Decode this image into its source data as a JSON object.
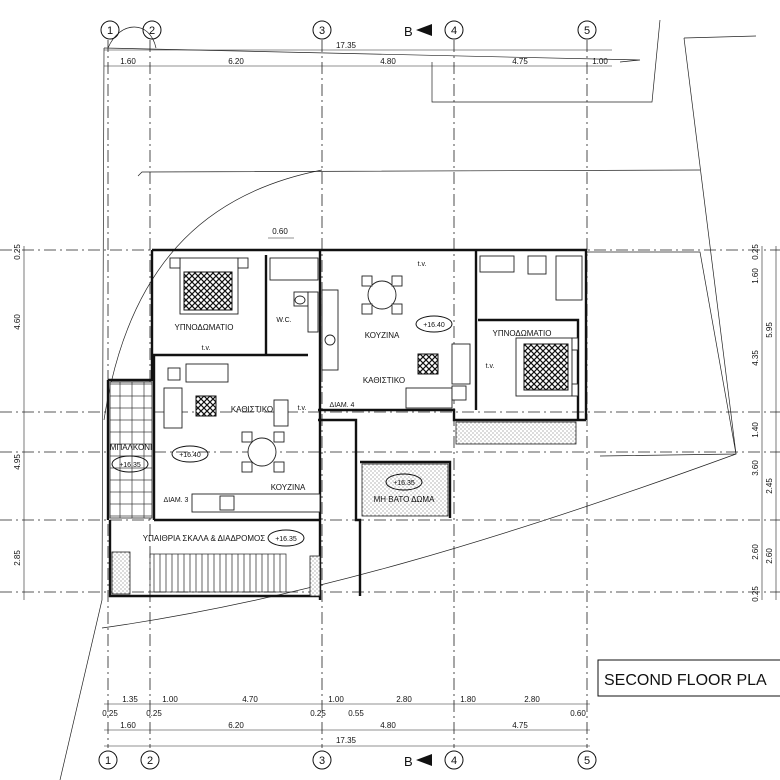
{
  "title_block": {
    "title": "SECOND FLOOR PLA"
  },
  "grid_axes": [
    "1",
    "2",
    "3",
    "4",
    "5"
  ],
  "section_marker": "B",
  "dims_top_total": "17.35",
  "dims_top": [
    "1.60",
    "6.20",
    "4.80",
    "4.75",
    "1.00"
  ],
  "dims_mid": "0.60",
  "dims_bottom_row1": [
    "1.35",
    "1.00",
    "4.70",
    "1.00",
    "2.80",
    "1.80",
    "2.80"
  ],
  "dims_bottom_row2": [
    "0.25",
    "0.25",
    "0.25",
    "0.55",
    "0.60"
  ],
  "dims_bottom_row3": [
    "1.60",
    "6.20",
    "4.80",
    "4.75"
  ],
  "dims_bottom_total": "17.35",
  "dims_left": [
    "0.25",
    "4.60",
    "4.95",
    "2.85"
  ],
  "dims_right_a": [
    "0.25",
    "1.60",
    "4.35",
    "1.40",
    "3.60",
    "2.60",
    "0.25"
  ],
  "dims_right_b": [
    "5.95",
    "2.45",
    "2.60"
  ],
  "rooms": {
    "bedroom_left": "ΥΠΝΟΔΩΜΑΤΙΟ",
    "wc": "W.C.",
    "kitchen_top": "ΚΟΥΖΙΝΑ",
    "living_top": "ΚΑΘΙΣΤΙΚΟ",
    "bedroom_right": "ΥΠΝΟΔΩΜΑΤΙΟ",
    "living_left": "ΚΑΘΙΣΤΙΚΟ",
    "kitchen_left": "ΚΟΥΖΙΝΑ",
    "balcony": "ΜΠΑΛΚΟΝΙ",
    "roof": "ΜΗ ΒΑΤΟ ΔΩΜΑ",
    "stair": "ΥΠΑΙΘΡΙΑ ΣΚΑΛΑ & ΔΙΑΔΡΟΜΟΣ"
  },
  "apartments": {
    "apt3": "ΔΙΑΜ. 3",
    "apt4": "ΔΙΑΜ. 4"
  },
  "levels": [
    "+16.40",
    "+16.35",
    "+16.40",
    "+16.35",
    "+16.35"
  ],
  "tv_label": "t.v."
}
